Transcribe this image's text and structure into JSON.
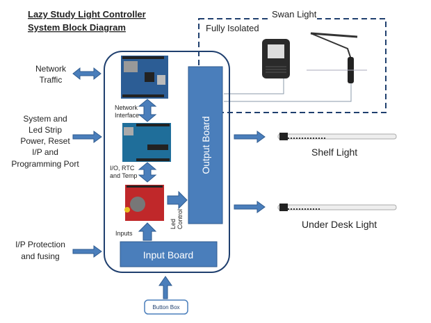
{
  "title": {
    "line1": "Lazy Study Light Controller",
    "line2": "System Block Diagram"
  },
  "left_labels": {
    "network": [
      "Network",
      "Traffic"
    ],
    "system": [
      "System and",
      "Led Strip",
      "Power, Reset",
      "I/P and",
      "Programming Port"
    ],
    "protection": [
      "I/P Protection",
      "and fusing"
    ]
  },
  "inner_labels": {
    "network_interface": [
      "Network",
      "Interface"
    ],
    "io": [
      "I/O, RTC",
      "and Temp"
    ],
    "inputs": "Inputs",
    "led_control": [
      "Led",
      "Control"
    ]
  },
  "output_board": "Output Board",
  "input_board": "Input Board",
  "button_box": "Button Box",
  "swan": {
    "title": "Swan Light",
    "isolated": "Fully Isolated"
  },
  "lights": {
    "shelf": "Shelf Light",
    "under_desk": "Under Desk Light"
  },
  "colors": {
    "block": "#4a7ebb",
    "block_border": "#2f5b8f",
    "outline": "#1f3f6e"
  }
}
